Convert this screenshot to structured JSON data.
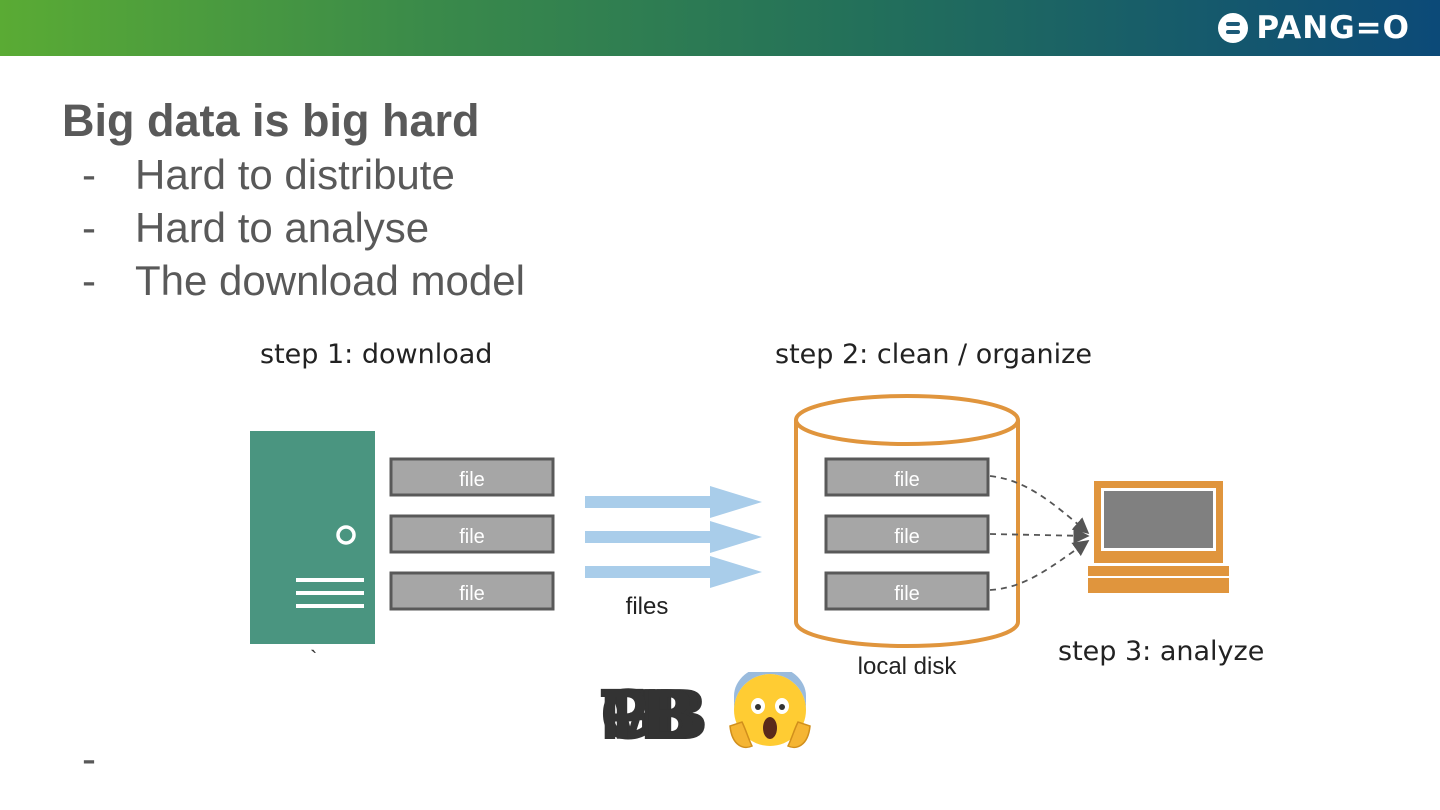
{
  "header": {
    "logo_text": "PANG=O",
    "logo_icon": "pangeo-icon",
    "gradient_colors": [
      "#5aab34",
      "#23705a",
      "#0c4a78"
    ]
  },
  "slide": {
    "title": "Big data is big hard",
    "bullets": [
      {
        "dash": "-",
        "text": "Hard to distribute"
      },
      {
        "dash": "-",
        "text": "Hard to analyse"
      },
      {
        "dash": "-",
        "text": "The download model"
      }
    ],
    "bottom_dash": "-"
  },
  "diagram": {
    "step1_label": "step 1: download",
    "step2_label": "step 2: clean / organize",
    "step3_label": "step 3: analyze",
    "server_files": [
      "file",
      "file",
      "file"
    ],
    "disk_files": [
      "file",
      "file",
      "file"
    ],
    "arrows_label": "files",
    "disk_label": "local disk",
    "server_tick": "`",
    "colors": {
      "server": "#4a9580",
      "file": "#a6a6a6",
      "arrow": "#a9cdea",
      "disk": "#e0953d",
      "laptop": "#e0953d"
    }
  },
  "overlay": {
    "size_texts": [
      "MB",
      "GB",
      "TB",
      "PB"
    ],
    "emoji": "face-screaming-in-fear-icon"
  }
}
